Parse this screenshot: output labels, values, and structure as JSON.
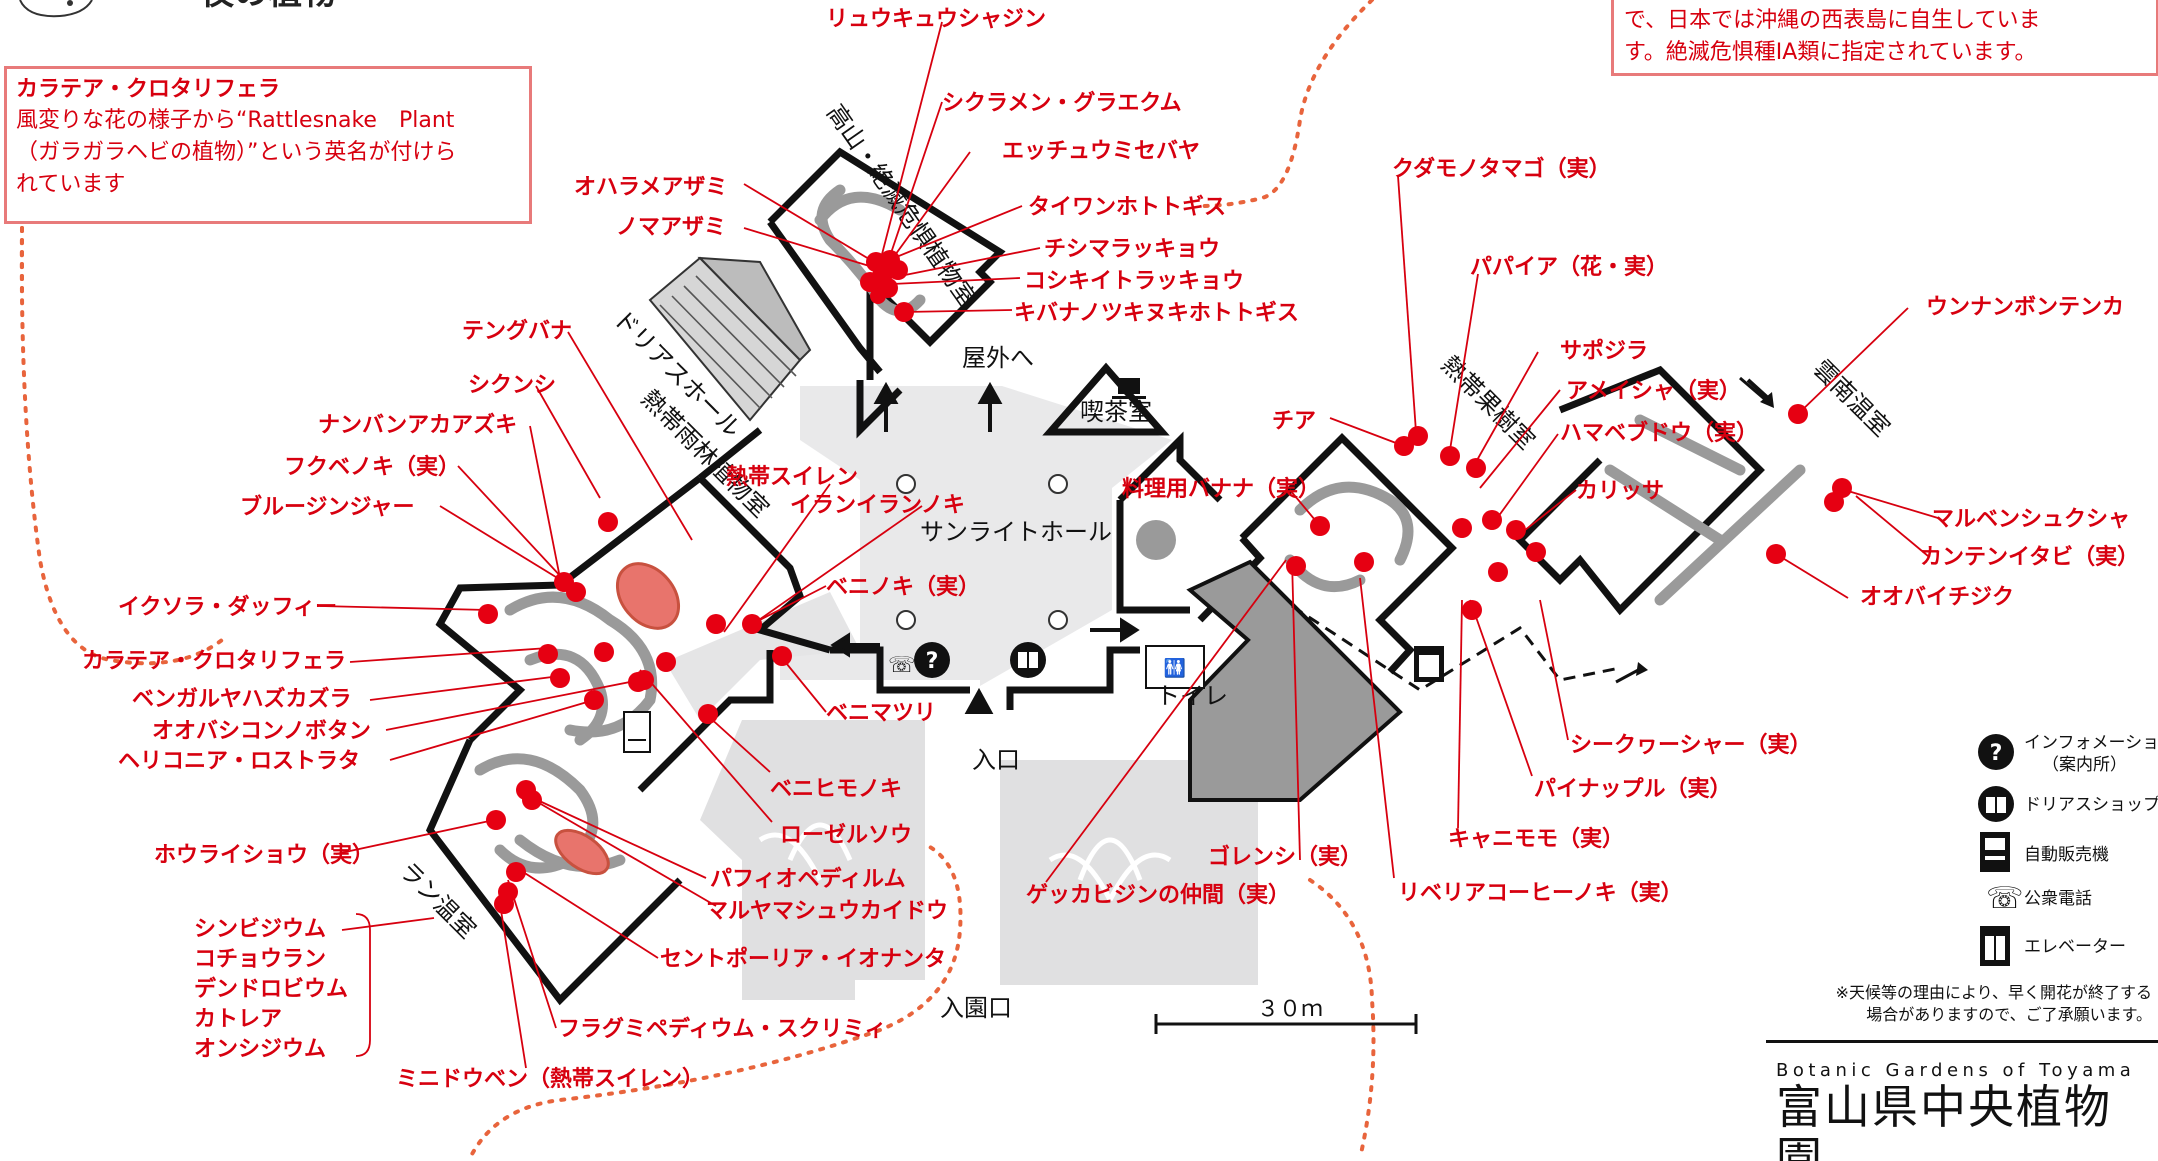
{
  "header": {
    "partial_title": "夜の植物"
  },
  "plant_box": {
    "title": "カラテア・クロタリフェラ",
    "line1": "風変りな花の様子から“Rattlesnake　Plant",
    "line2": "（ガラガラヘビの植物）”という英名が付けら",
    "line3": "れています"
  },
  "note_box": {
    "line1": "で、日本では沖縄の西表島に自生していま",
    "line2": "す。絶滅危惧種ⅠA類に指定されています。"
  },
  "rooms": {
    "alpine": "高山・絶滅危惧植物室",
    "doria_hall": "ドリアスホール",
    "rainforest": "熱帯雨林植物室",
    "sunlight_hall": "サンライトホール",
    "outdoor": "屋外へ",
    "cafe": "喫茶室",
    "fruit": "熱帯果樹室",
    "yunnan": "雲南温室",
    "orchid": "ラン温室",
    "toilet": "トイレ",
    "entrance": "入口",
    "park_gate": "入園口"
  },
  "labels": {
    "p01": "リュウキュウシャジン",
    "p02": "シクラメン・グラエクム",
    "p03": "エッチュウミセバヤ",
    "p04": "オハラメアザミ",
    "p05": "ノマアザミ",
    "p06": "タイワンホトトギス",
    "p07": "チシマラッキョウ",
    "p08": "コシキイトラッキョウ",
    "p09": "キバナノツキヌキホトトギス",
    "p10": "クダモノタマゴ（実）",
    "p11": "パパイア（花・実）",
    "p12": "サポジラ",
    "p13": "アメイシャ（実）",
    "p14": "ハマベブドウ（実）",
    "p15": "カリッサ",
    "p16": "チア",
    "p17": "料理用バナナ（実）",
    "p18": "ウンナンボンテンカ",
    "p19": "マルベンシュクシャ",
    "p20": "カンテンイタビ（実）",
    "p21": "オオバイチジク",
    "p22": "テングバナ",
    "p23": "シクンシ",
    "p24": "ナンバンアカアズキ",
    "p25": "熱帯スイレン",
    "p26": "フクベノキ（実）",
    "p27": "イランイランノキ",
    "p28": "ブルージンジャー",
    "p29": "ベニノキ（実）",
    "p30": "イクソラ・ダッフィー",
    "p31": "カラテア・クロタリフェラ",
    "p32": "ベンガルヤハズカズラ",
    "p33": "オオバシコンノボタン",
    "p34": "ヘリコニア・ロストラタ",
    "p35": "ベニマツリ",
    "p36": "ベニヒモノキ",
    "p37": "ローゼルソウ",
    "p38": "ホウライショウ（実）",
    "p39": "パフィオペディルム",
    "p40": "マルヤマシュウカイドウ",
    "p41": "セントポーリア・イオナンタ",
    "p42": "フラグミペディウム・スクリミィ",
    "p43": "ミニドウベン（熱帯スイレン）",
    "p44": "ゲッカビジンの仲間（実）",
    "p45": "ゴレンシ（実）",
    "p46": "リベリアコーヒーノキ（実）",
    "p47": "キャニモモ（実）",
    "p48": "パイナップル（実）",
    "p49": "シークヮーシャー（実）"
  },
  "orchid_group": [
    "シンビジウム",
    "コチョウラン",
    "デンドロビウム",
    "カトレア",
    "オンシジウム"
  ],
  "legend": {
    "info_line1": "インフォメーション",
    "info_line2": "（案内所）",
    "shop": "ドリアスショップ",
    "vending": "自動販売機",
    "phone": "公衆電話",
    "elevator": "エレベーター"
  },
  "scale": "３０ｍ",
  "disclaimer": {
    "line1": "※天候等の理由により、早く開花が終了する",
    "line2": "場合がありますので、ご了承願います。"
  },
  "brand": {
    "en": "Botanic Gardens of Toyama",
    "ja": "富山県中央植物園"
  },
  "colors": {
    "accent_red": "#e60012",
    "frame_pink": "#e87a7a",
    "trail_orange": "#e8643c",
    "path_gray": "#9a9a9a"
  }
}
